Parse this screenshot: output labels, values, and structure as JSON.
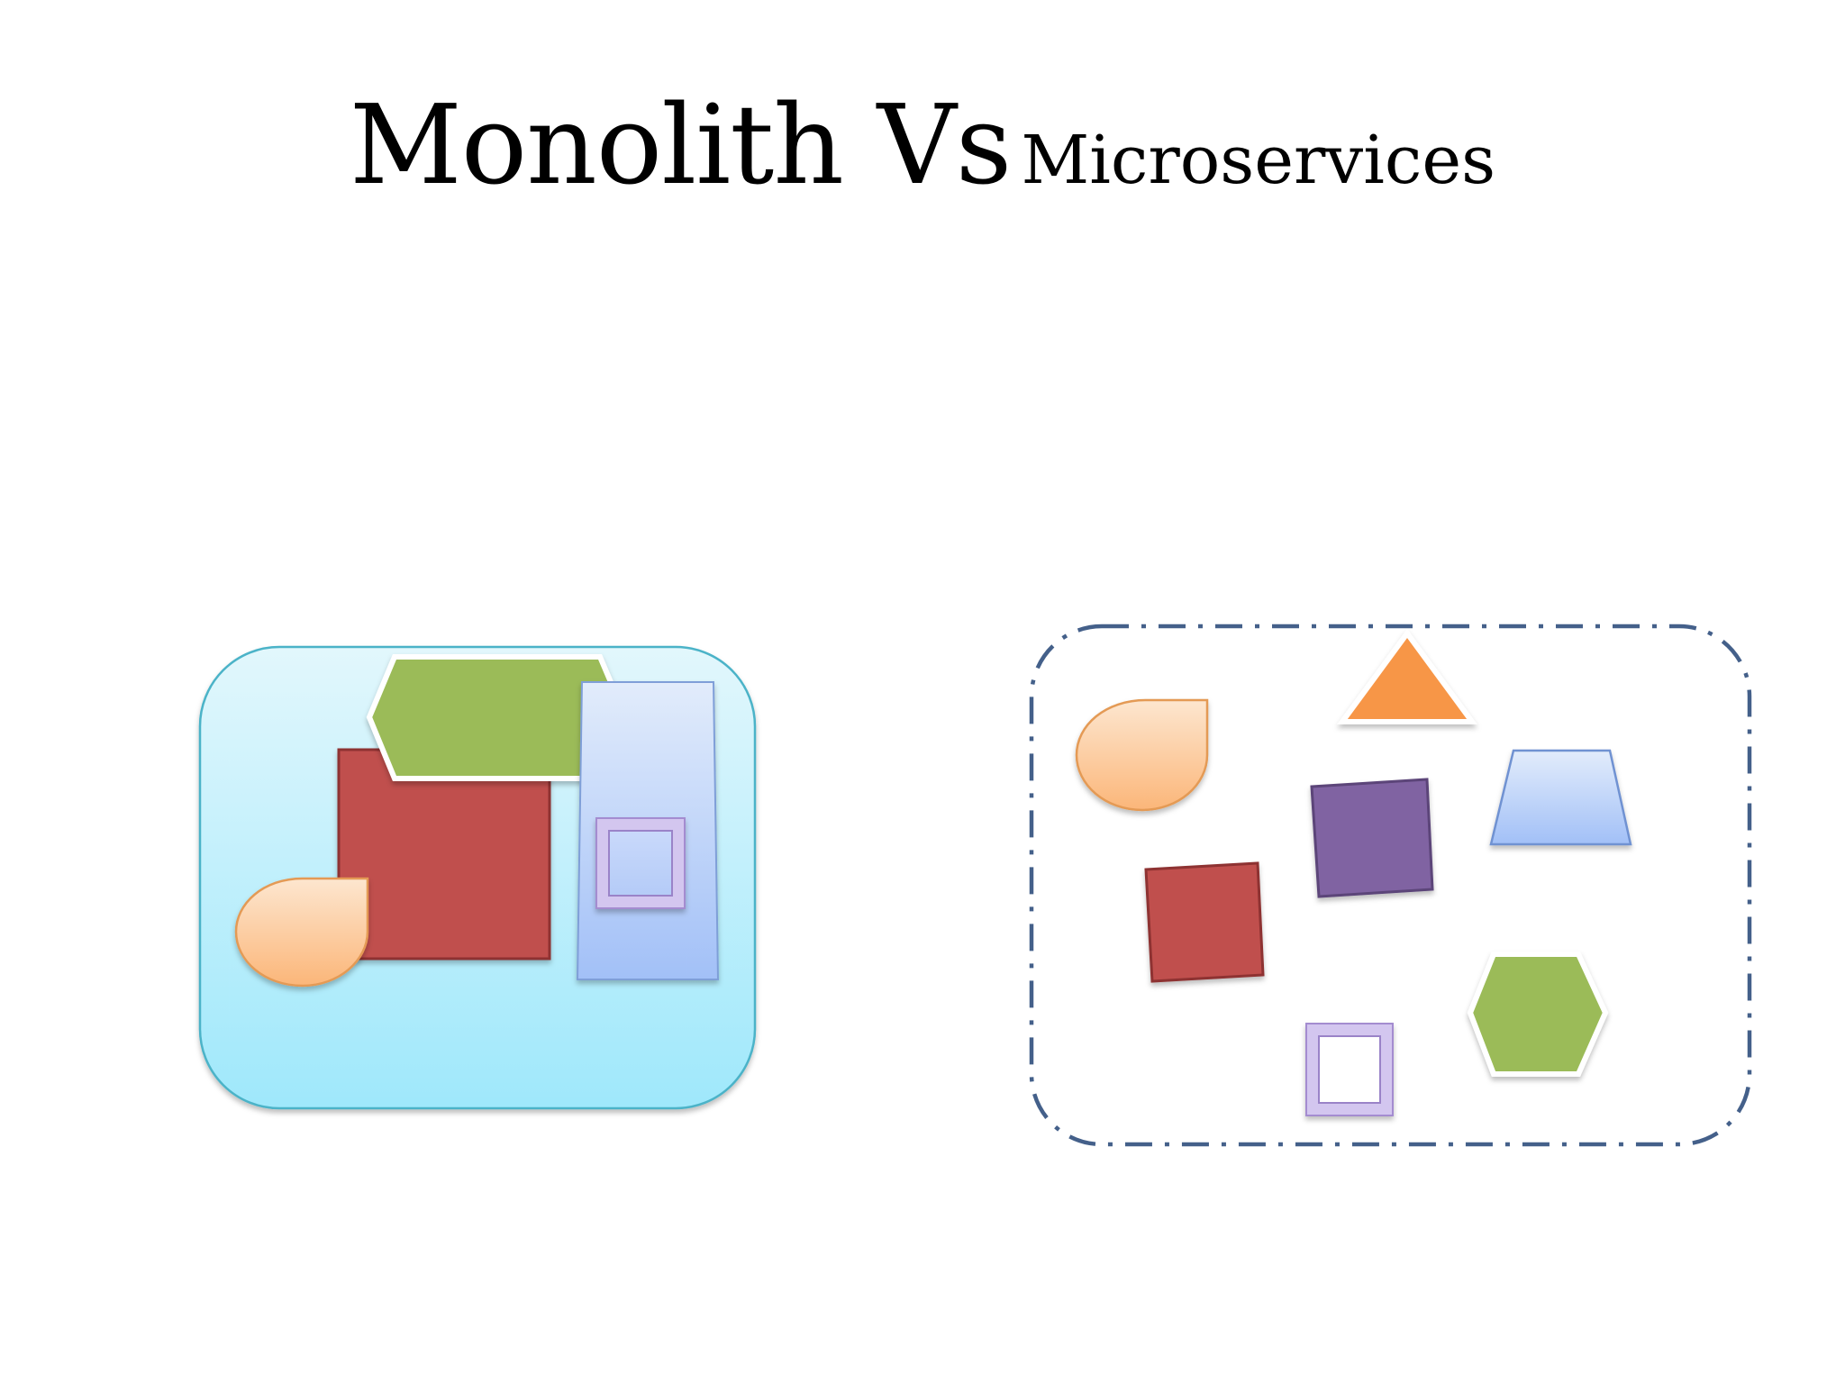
{
  "slide": {
    "title_main": "Monolith Vs",
    "title_sub": "Microservices"
  },
  "colors": {
    "monolith_container_top": "#e2f7fc",
    "monolith_container_bottom": "#9fe8fb",
    "monolith_container_border": "#4bb3c8",
    "red_component": "#c0504d",
    "green_component": "#9bbb59",
    "blue_component_top": "#dde9fa",
    "blue_component_bottom": "#a6c3f7",
    "orange_drop_top": "#fde1c6",
    "orange_drop_bottom": "#fbb87c",
    "purple_frame": "#cfc3ec",
    "purple_component": "#8064a2",
    "orange_triangle": "#f79646",
    "boundary_dashed": "#44608a"
  },
  "shapes": {
    "monolith": [
      "blob-drop",
      "red-square",
      "green-hexagon",
      "blue-rectangle",
      "purple-frame"
    ],
    "microservices": [
      "orange-drop",
      "orange-triangle",
      "blue-trapezoid",
      "purple-square",
      "red-square",
      "green-hexagon",
      "purple-frame"
    ]
  }
}
